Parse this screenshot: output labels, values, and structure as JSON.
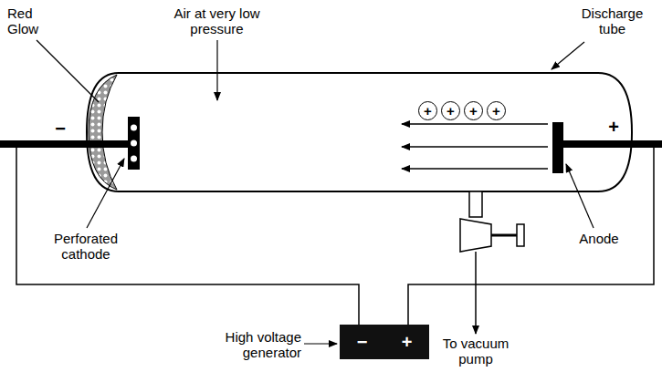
{
  "diagram": {
    "nodes": [
      {
        "text": [
          "+"
        ]
      },
      {
        "text": [
          "+"
        ]
      },
      {
        "text": [
          "+"
        ]
      },
      {
        "text": [
          "+"
        ]
      },
      {
        "text": [
          "−",
          "+"
        ]
      }
    ],
    "labels": [
      "Red Glow",
      "Air at very low pressure",
      "Discharge tube",
      "−",
      "+",
      "Perforated cathode",
      "Anode",
      "High voltage generator",
      "To vacuum pump"
    ]
  }
}
